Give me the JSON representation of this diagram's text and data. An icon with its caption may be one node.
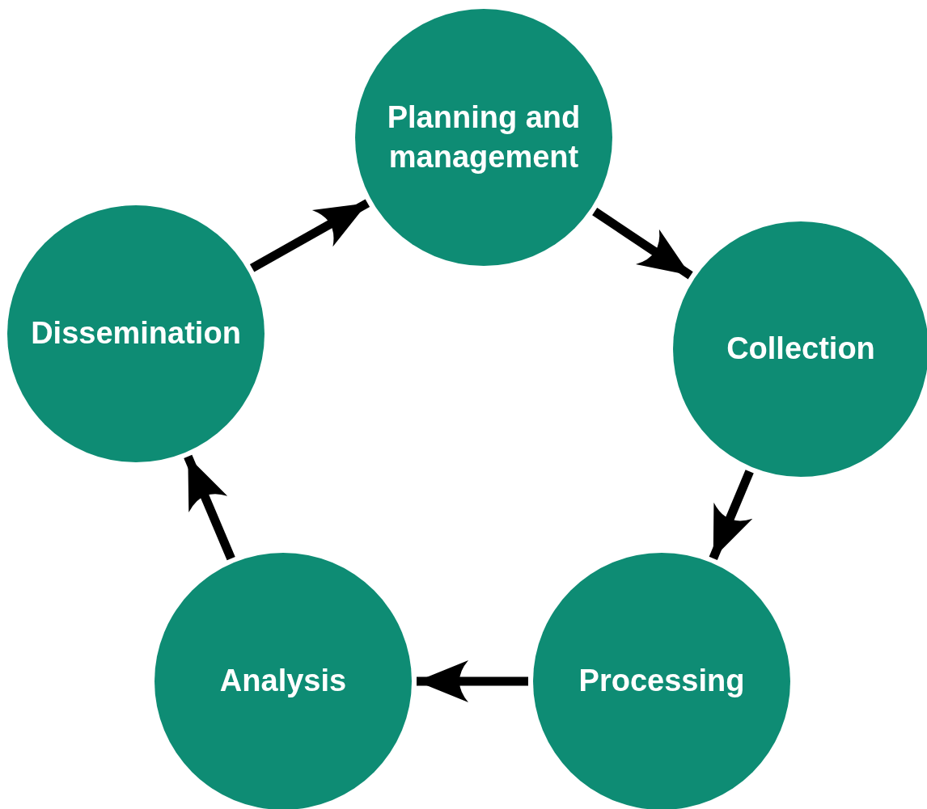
{
  "diagram": {
    "nodes": [
      {
        "text": [
          "Planning and management"
        ]
      },
      {
        "text": [
          "Collection"
        ]
      },
      {
        "text": [
          "Processing"
        ]
      },
      {
        "text": [
          "Analysis"
        ]
      },
      {
        "text": [
          "Dissemination"
        ]
      }
    ],
    "edges": [
      {
        "from": 0,
        "to": 1,
        "arrow": "to"
      },
      {
        "from": 1,
        "to": 2,
        "arrow": "to"
      },
      {
        "from": 2,
        "to": 3,
        "arrow": "to"
      },
      {
        "from": 3,
        "to": 4,
        "arrow": "to"
      },
      {
        "from": 4,
        "to": 0,
        "arrow": "to"
      }
    ]
  }
}
